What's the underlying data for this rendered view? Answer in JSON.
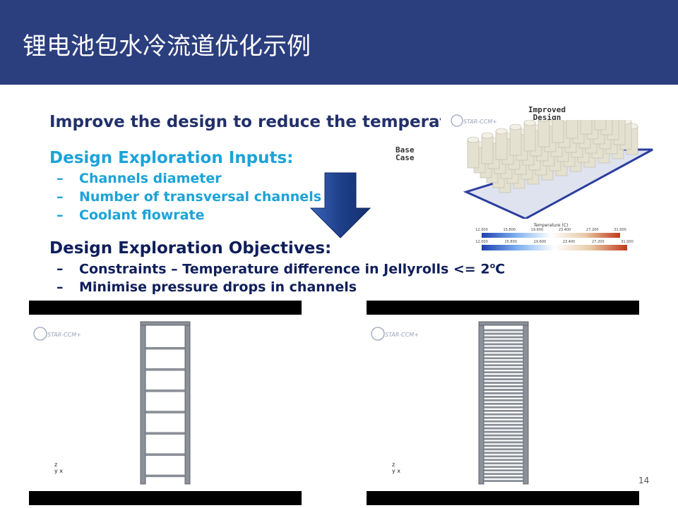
{
  "slide": {
    "title": "锂电池包水冷流道优化示例",
    "headline": "Improve the design to reduce the temperature difference",
    "inputs_heading": "Design Exploration Inputs:",
    "inputs": [
      "Channels diameter",
      "Number of transversal channels",
      "Coolant flowrate"
    ],
    "objectives_heading": "Design Exploration Objectives:",
    "objectives": [
      {
        "prefix": "Constraints – Temperature difference in Jellyrolls <= 2",
        "sup": "o",
        "suffix": "C"
      },
      {
        "prefix": "Minimise pressure drops in channels",
        "sup": "",
        "suffix": ""
      }
    ],
    "page_number": "14"
  },
  "figure": {
    "label_improved": [
      "Improved",
      "Design"
    ],
    "label_base": [
      "Base",
      "Case"
    ],
    "colorbar1_title": "Temperature (C)",
    "colorbar1_ticks": [
      "12.000",
      "15.800",
      "19.600",
      "23.400",
      "27.200",
      "31.000"
    ],
    "colorbar2_ticks": [
      "12.000",
      "15.800",
      "19.600",
      "23.400",
      "27.200",
      "31.000"
    ]
  },
  "views": [
    {
      "logo": "STAR-CCM+",
      "axis_z": "z",
      "axis_yx": "y x",
      "rungs": 7
    },
    {
      "logo": "STAR-CCM+",
      "axis_z": "z",
      "axis_yx": "y x",
      "rungs": 44
    }
  ],
  "colors": {
    "header": "#2b3e7e",
    "accent": "#1ca3d8",
    "dark": "#0f1e5a",
    "arrow": "#1e3f8a"
  }
}
